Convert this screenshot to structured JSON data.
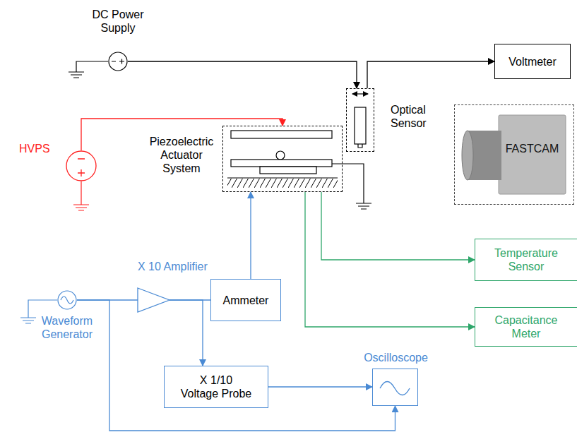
{
  "diagram": {
    "nodes": [
      {
        "text": [
          "DC Power Supply"
        ]
      },
      {
        "text": [
          "Voltmeter"
        ]
      },
      {
        "text": [
          "Optical Sensor"
        ]
      },
      {
        "text": [
          "HVPS"
        ]
      },
      {
        "text": [
          "Piezoelectric Actuator System"
        ]
      },
      {
        "text": [
          "FASTCAM"
        ]
      },
      {
        "text": [
          "X 10 Amplifier"
        ]
      },
      {
        "text": [
          "Waveform Generator"
        ]
      },
      {
        "text": [
          "Ammeter"
        ]
      },
      {
        "text": [
          "Temperature Sensor"
        ]
      },
      {
        "text": [
          "Capacitance Meter"
        ]
      },
      {
        "text": [
          "X 1/10 Voltage Probe"
        ]
      },
      {
        "text": [
          "Oscilloscope"
        ]
      }
    ],
    "edges": [
      {
        "from": 0,
        "to": 2,
        "arrow": "to"
      },
      {
        "from": 2,
        "to": 1,
        "arrow": "to"
      },
      {
        "from": 3,
        "to": 4,
        "arrow": "to"
      },
      {
        "from": 4,
        "to": 9,
        "arrow": "to"
      },
      {
        "from": 4,
        "to": 10,
        "arrow": "to"
      },
      {
        "from": 7,
        "to": 6,
        "arrow": "none"
      },
      {
        "from": 6,
        "to": 8,
        "arrow": "none"
      },
      {
        "from": 8,
        "to": 4,
        "arrow": "to"
      },
      {
        "from": 6,
        "to": 11,
        "arrow": "to"
      },
      {
        "from": 11,
        "to": 12,
        "arrow": "to"
      },
      {
        "from": 7,
        "to": 12,
        "arrow": "to"
      }
    ]
  }
}
